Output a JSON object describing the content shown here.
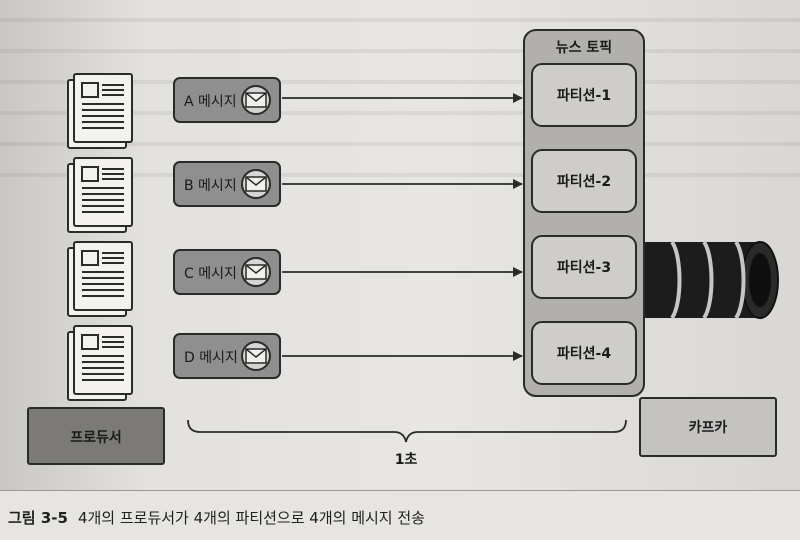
{
  "producers": {
    "label": "프로듀서",
    "documents": [
      "doc-1",
      "doc-2",
      "doc-3",
      "doc-4"
    ]
  },
  "messages": [
    {
      "label": "A 메시지",
      "icon": "envelope-icon"
    },
    {
      "label": "B 메시지",
      "icon": "envelope-icon"
    },
    {
      "label": "C 메시지",
      "icon": "envelope-icon"
    },
    {
      "label": "D 메시지",
      "icon": "envelope-icon"
    }
  ],
  "topic": {
    "title": "뉴스 토픽",
    "partitions": [
      "파티션-1",
      "파티션-2",
      "파티션-3",
      "파티션-4"
    ]
  },
  "kafka": {
    "label": "카프카"
  },
  "timeline": {
    "label": "1초"
  },
  "caption": {
    "figure_number": "그림 3-5",
    "text": "4개의 프로듀서가 4개의 파티션으로 4개의 메시지 전송"
  },
  "colors": {
    "message_box": "#8f8f8f",
    "partition_box": "#cfcdca",
    "topic_box": "#b2b0ad",
    "kafka_cylinder": "#1c1c1c",
    "producer_box": "#7c7a77",
    "kafka_box": "#c5c3c0"
  }
}
